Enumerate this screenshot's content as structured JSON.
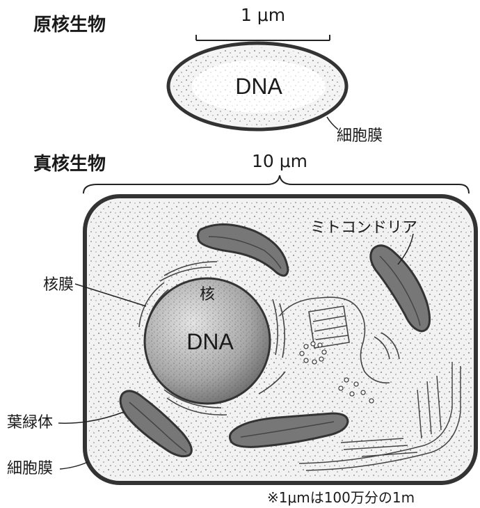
{
  "prokaryote": {
    "heading": "原核生物",
    "scale": "1 μm",
    "dna": "DNA",
    "membrane": "細胞膜"
  },
  "eukaryote": {
    "heading": "真核生物",
    "scale": "10 μm",
    "mitochondria": "ミトコンドリア",
    "nuclear_envelope": "核膜",
    "nucleus": "核",
    "dna": "DNA",
    "chloroplast": "葉緑体",
    "membrane": "細胞膜"
  },
  "footnote": "※1μmは100万分の1m"
}
